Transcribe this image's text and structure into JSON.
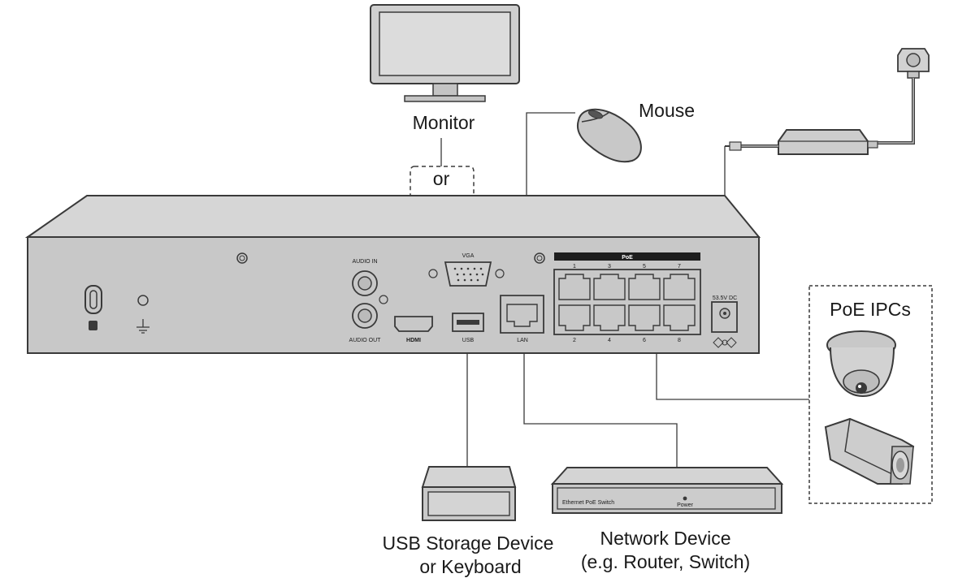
{
  "labels": {
    "monitor": "Monitor",
    "or": "or",
    "mouse": "Mouse",
    "poe_ipcs": "PoE IPCs",
    "usb_storage_line1": "USB Storage Device",
    "usb_storage_line2": "or Keyboard",
    "network_line1": "Network Device",
    "network_line2": "(e.g. Router, Switch)"
  },
  "ports": {
    "audio_in": "AUDIO IN",
    "audio_out": "AUDIO OUT",
    "hdmi": "HDMI",
    "vga": "VGA",
    "usb": "USB",
    "lan": "LAN",
    "poe": "PoE",
    "dc": "53.5V DC",
    "poe_top_numbers": [
      "1",
      "3",
      "5",
      "7"
    ],
    "poe_bottom_numbers": [
      "2",
      "4",
      "6",
      "8"
    ]
  },
  "switch": {
    "model_text": "Ethernet PoE Switch",
    "power_text": "Power"
  },
  "colors": {
    "device_fill": "#c8c8c8",
    "device_light": "#dedede",
    "outline": "#3a3a3a",
    "port_bar": "#1e1e1e"
  }
}
